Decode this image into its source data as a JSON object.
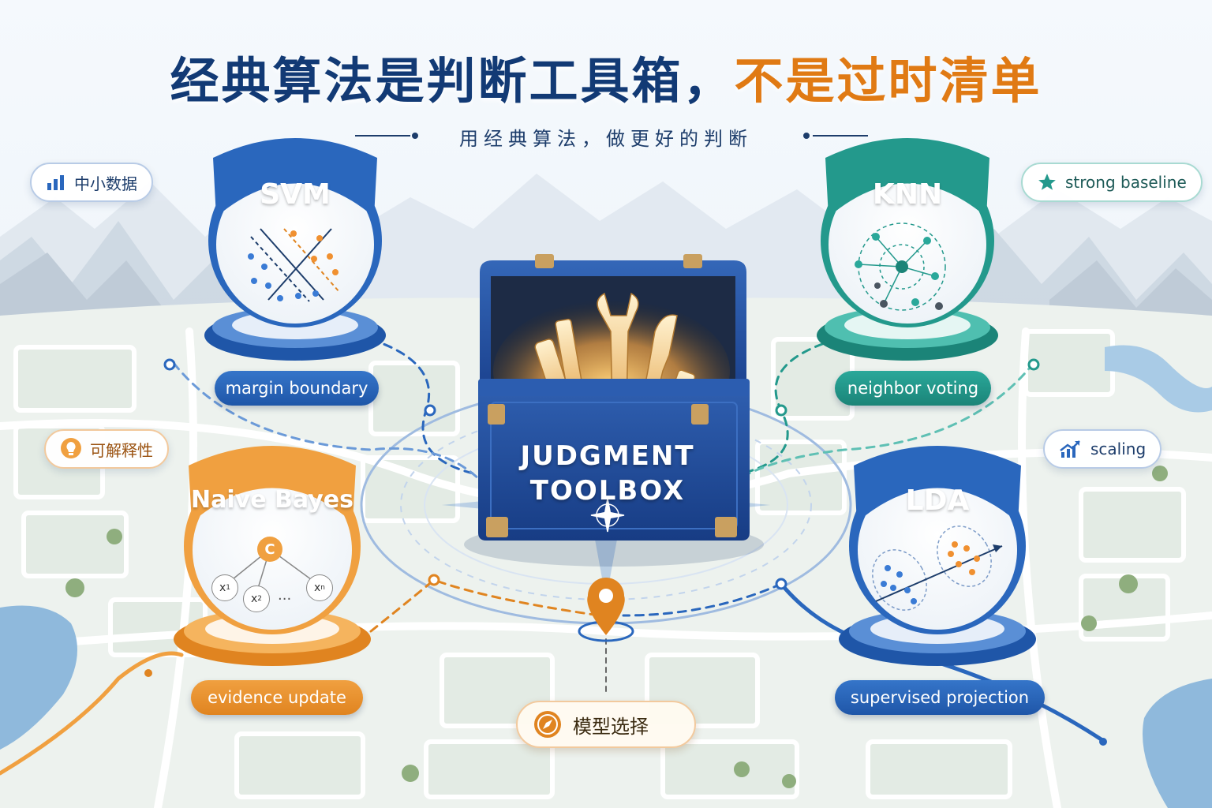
{
  "header": {
    "title_main": "经典算法是判断工具箱，",
    "title_highlight": "不是过时清单",
    "subtitle": "用经典算法，做更好的判断"
  },
  "colors": {
    "navy": "#123a75",
    "orange": "#e07a14",
    "blue": "#2a67bd",
    "teal": "#23998c"
  },
  "tags": {
    "small_data": {
      "label": "中小数据",
      "icon": "bar-chart-icon"
    },
    "strong_baseline": {
      "label": "strong baseline",
      "icon": "star-icon"
    },
    "interpretability": {
      "label": "可解释性",
      "icon": "lightbulb-icon"
    },
    "scaling": {
      "label": "scaling",
      "icon": "trend-up-icon"
    }
  },
  "algorithms": {
    "svm": {
      "name": "SVM",
      "badge": "margin boundary"
    },
    "knn": {
      "name": "KNN",
      "badge": "neighbor voting"
    },
    "naive_bayes": {
      "name": "Naive Bayes",
      "badge": "evidence update",
      "node_class": "C",
      "node_features": [
        "x",
        "x",
        "x"
      ],
      "feature_subscripts": [
        "1",
        "2",
        "n"
      ],
      "ellipsis": "..."
    },
    "lda": {
      "name": "LDA",
      "badge": "supervised projection"
    }
  },
  "toolbox": {
    "line1": "JUDGMENT",
    "line2": "TOOLBOX"
  },
  "model_selection": {
    "label": "模型选择",
    "icon": "compass-icon"
  }
}
